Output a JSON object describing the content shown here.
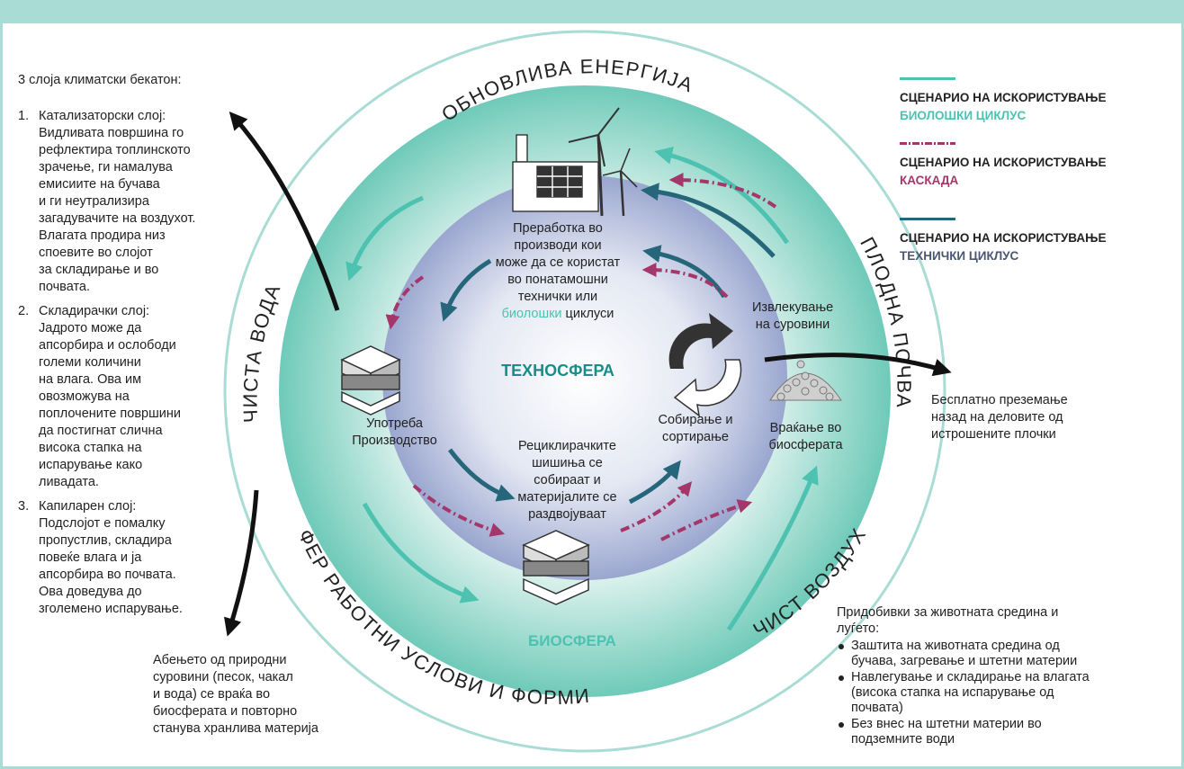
{
  "colors": {
    "frame": "#a9dcd4",
    "biological": "#4ec2b0",
    "cascade": "#a4366a",
    "technical": "#25667a",
    "technosphere_text": "#1a8c8a",
    "biosphere_text": "#4ec2b0"
  },
  "ring_labels": {
    "top": "ОБНОВЛИВА ЕНЕРГИЈА",
    "left": "ЧИСТА ВОДА",
    "right": "ПЛОДНА ПОЧВА",
    "bottom_left": "ФЕР РАБОТНИ УСЛОВИ И ФОРМИ",
    "bottom_right": "ЧИСТ ВОЗДУХ"
  },
  "center": {
    "technosphere": "ТЕХНОСФЕРА",
    "biosphere": "БИОСФЕРА",
    "processing_lines": [
      "Преработка во",
      "производи кои",
      "може да се користат",
      "во понатамошни",
      "технички или"
    ],
    "processing_bio": "биолошки",
    "processing_tail": " циклуси",
    "extraction": "Извлекување\nна суровини",
    "use_production": "Употреба\nПроизводство",
    "collect_sort": "Собирање и\nсортирање",
    "return_bio": "Враќање во\nбиосферата",
    "recycling": "Рециклирачките\nшишиња се\nсобираат и\nматеријалите се\nраздвојуваат"
  },
  "left_panel": {
    "title": "3 слоја климатски бекатон:",
    "items": [
      {
        "num": "1.",
        "text": "Катализаторски слој:\nВидливата површина го\nрефлектира топлинското\nзрачење, ги намалува\nемисиите на бучава\nи ги неутрализира\nзагадувачите на воздухот.\nВлагата продира низ\nспоевите во слојот\nза складирање и во\nпочвата."
      },
      {
        "num": "2.",
        "text": "Складирачки слој:\nЈадрото може да\nапсорбира и ослободи\nголеми количини\nна влага. Ова им\nовозможува на\nпоплочените површини\nда постигнат слична\nвисока стапка на\nиспарување како\nливадата."
      },
      {
        "num": "3.",
        "text": "Капиларен слој:\nПодслојот е помалку\nпропустлив, складира\nповеќе влага и ја\nапсорбира во почвата.\nОва доведува до\nзголемено испарување."
      }
    ]
  },
  "legend": [
    {
      "head": "СЦЕНАРИО НА ИСКОРИСТУВАЊЕ",
      "sub": "БИОЛОШКИ ЦИКЛУС",
      "color": "#4ec2b0",
      "style": "solid"
    },
    {
      "head": "СЦЕНАРИО НА ИСКОРИСТУВАЊЕ",
      "sub": "КАСКАДА",
      "color": "#a4366a",
      "style": "dashed"
    },
    {
      "head": "СЦЕНАРИО НА ИСКОРИСТУВАЊЕ",
      "sub": "ТЕХНИЧКИ ЦИКЛУС",
      "color": "#4b5670",
      "style": "solid"
    }
  ],
  "take_back": "Бесплатно преземање\nназад на деловите од\nистрошените плочки",
  "return_nature": "Абењето од природни\nсуровини (песок, чакал\nи вода) се враќа во\nбиосферата и повторно\nстанува хранлива материја",
  "benefits": {
    "title": "Придобивки за животната средина и\nлуѓето:",
    "items": [
      "Заштита на животната средина од\nбучава, загревање и штетни материи",
      "Навлегување и складирање на влагата\n(висока стапка на испарување од\nпочвата)",
      "Без внес на штетни материи во\nподземните води"
    ]
  }
}
